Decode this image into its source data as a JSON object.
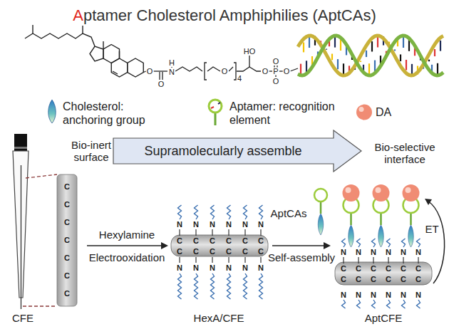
{
  "diagram": {
    "title": "Aptamer Cholesterol Amphiphilies (AptCAs)",
    "nodes": [
      {
        "text": [
          "Supramolecularly assemble"
        ]
      }
    ],
    "labels": [
      "O",
      "O",
      "N",
      "H",
      "O",
      "4",
      "HO",
      "O",
      "P",
      "O",
      "O",
      "O",
      "Bio-inert surface",
      "Bio-selective interface",
      "Hexylamine",
      "Electrooxidation",
      "AptCAs",
      "Self-assembly",
      "CFE",
      "HexA/CFE",
      "AptCFE",
      "ET",
      "C",
      "C",
      "C",
      "C",
      "C",
      "C",
      "C",
      "C",
      "C",
      "C",
      "C",
      "C",
      "C",
      "N",
      "N",
      "N",
      "N",
      "N",
      "N",
      "C",
      "C",
      "C",
      "C",
      "C",
      "C",
      "N",
      "N",
      "N",
      "N",
      "N",
      "N",
      "C",
      "C",
      "C",
      "C",
      "C",
      "C",
      "N",
      "N",
      "N",
      "N",
      "N",
      "N",
      "C",
      "C",
      "C",
      "C",
      "C",
      "C",
      "N",
      "N",
      "N",
      "N",
      "N",
      "N"
    ],
    "legend": [
      {
        "text": "Cholesterol: anchoring group"
      },
      {
        "text": "Aptamer: recognition element"
      },
      {
        "text": "DA",
        "color": "#f08c74"
      }
    ]
  }
}
